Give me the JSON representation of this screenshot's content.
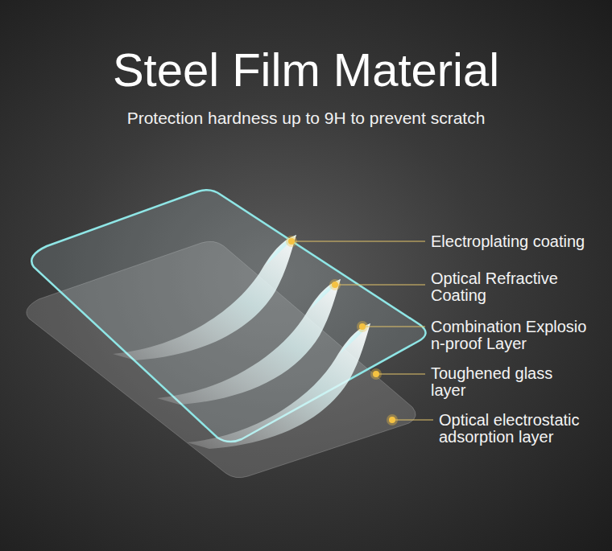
{
  "diagram": {
    "title": "Steel Film Material",
    "caption": "Protection hardness up to 9H to prevent scratch",
    "labels": [
      "Electroplating coating",
      "Optical Refractive Coating",
      "Combination Explosio n-proof Layer",
      "Toughened glass layer",
      "Optical electrostatic adsorption layer"
    ]
  }
}
